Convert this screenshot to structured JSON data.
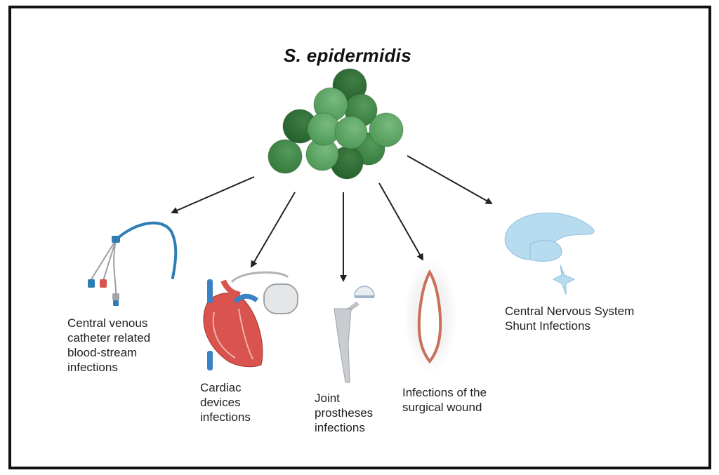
{
  "diagram": {
    "title": "S. epidermidis",
    "source_node": "S. epidermidis cluster",
    "colors": {
      "border": "#111111",
      "arrow": "#222222",
      "cocci_dark": "#2f6e35",
      "cocci_mid": "#3f8a47",
      "cocci_light": "#5ea866",
      "catheter": "#2e7db5",
      "heart_red": "#d9534f",
      "vessel_blue": "#3b82c4",
      "prosthesis": "#c9ccd0",
      "wound": "#c9705a",
      "cns": "#a9d2ea"
    },
    "targets": [
      {
        "id": "cvc",
        "label": "Central venous\ncatheter related\nblood-stream\ninfections",
        "icon": "catheter-icon"
      },
      {
        "id": "cardiac",
        "label": "Cardiac\ndevices\ninfections",
        "icon": "heart-pacemaker-icon"
      },
      {
        "id": "joint",
        "label": "Joint\nprostheses\ninfections",
        "icon": "hip-prosthesis-icon"
      },
      {
        "id": "wound",
        "label": "Infections of the\nsurgical wound",
        "icon": "surgical-wound-icon"
      },
      {
        "id": "cns",
        "label": "Central Nervous System\nShunt Infections",
        "icon": "brain-ventricle-icon"
      }
    ]
  }
}
